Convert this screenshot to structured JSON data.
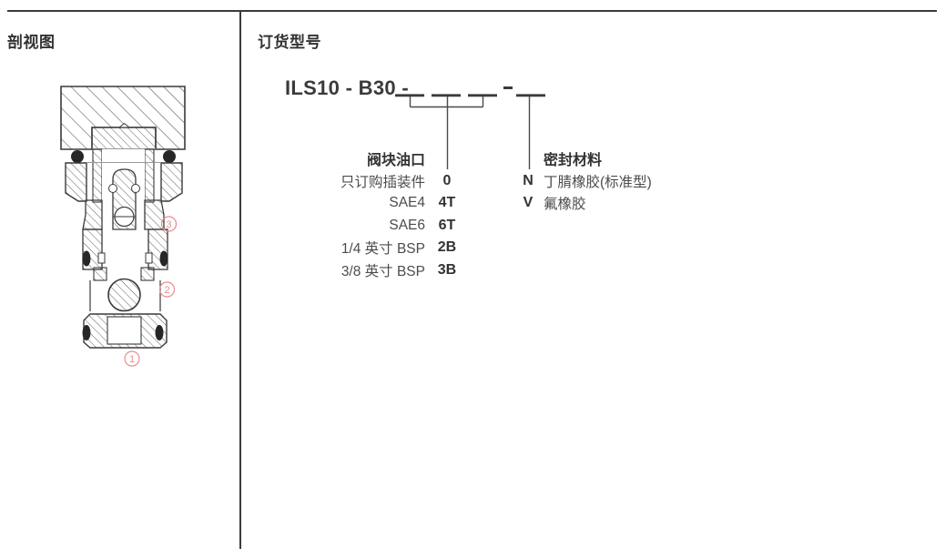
{
  "page": {
    "bg": "#ffffff",
    "line_color": "#3b3b3b",
    "accent_red": "#ea8c8c"
  },
  "left_panel": {
    "title": "剖视图",
    "drawing": {
      "description": "valve cartridge cross-section",
      "callouts": [
        "1",
        "2",
        "3"
      ]
    }
  },
  "right_panel": {
    "title": "订货型号",
    "model_prefix": "ILS10 - B30 -",
    "separator_dash": "-",
    "port_group": {
      "header": "阀块油口",
      "options": [
        {
          "label": "只订购插装件",
          "code": "0"
        },
        {
          "label": "SAE4",
          "code": "4T"
        },
        {
          "label": "SAE6",
          "code": "6T"
        },
        {
          "label": "1/4 英寸 BSP",
          "code": "2B"
        },
        {
          "label": "3/8 英寸 BSP",
          "code": "3B"
        }
      ]
    },
    "seal_group": {
      "header": "密封材料",
      "options": [
        {
          "code": "N",
          "label": "丁腈橡胶(标准型)"
        },
        {
          "code": "V",
          "label": "氟橡胶"
        }
      ]
    }
  }
}
